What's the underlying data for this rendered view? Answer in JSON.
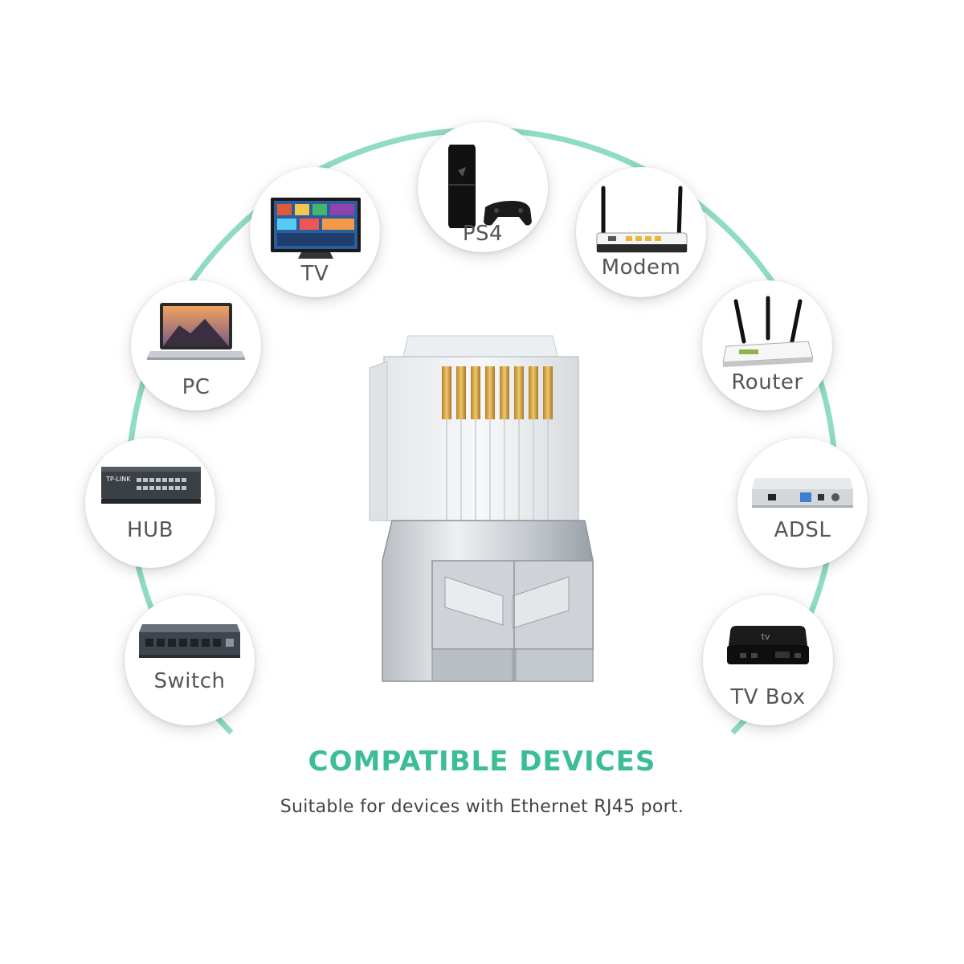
{
  "colors": {
    "accent": "#3cbd97",
    "arc": "#8fdcc2",
    "label": "#555555",
    "gold": "#d9a441",
    "metal": "#c9cdd2"
  },
  "devices": {
    "ps4": {
      "label": "PS4",
      "icon": "game-console-icon"
    },
    "tv": {
      "label": "TV",
      "icon": "television-icon"
    },
    "modem": {
      "label": "Modem",
      "icon": "modem-icon"
    },
    "pc": {
      "label": "PC",
      "icon": "laptop-icon"
    },
    "router": {
      "label": "Router",
      "icon": "router-icon"
    },
    "hub": {
      "label": "HUB",
      "icon": "network-hub-icon",
      "brand": "TP-LINK"
    },
    "adsl": {
      "label": "ADSL",
      "icon": "adsl-modem-icon"
    },
    "switch": {
      "label": "Switch",
      "icon": "network-switch-icon"
    },
    "tvbox": {
      "label": "TV Box",
      "icon": "tv-box-icon",
      "brand": "tv"
    }
  },
  "product": {
    "icon": "rj45-connector-icon"
  },
  "headline": "COMPATIBLE DEVICES",
  "subline": "Suitable for devices with Ethernet RJ45 port."
}
